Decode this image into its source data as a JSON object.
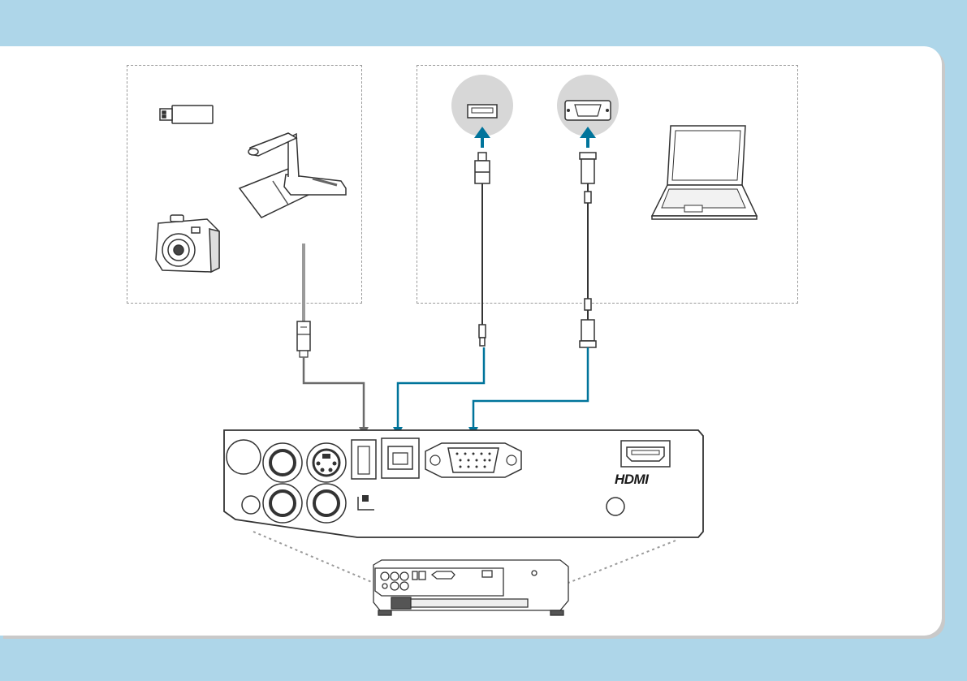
{
  "diagram": {
    "left_group_devices": [
      "usb-flash-drive",
      "document-camera",
      "digital-camera"
    ],
    "right_group_devices": [
      "usb-port-closeup",
      "vga-port-closeup",
      "laptop-computer"
    ],
    "cables": [
      "usb-type-a-cable",
      "usb-type-b-cable",
      "vga-cable"
    ],
    "projector_ports": [
      "audio-in",
      "s-video",
      "video",
      "usb-type-a",
      "usb-type-b",
      "computer-vga",
      "hdmi"
    ],
    "labels": {
      "hdmi": "HDMI"
    },
    "colors": {
      "background": "#aed6e9",
      "panel": "#ffffff",
      "arrow_usb_a": "#6b6b6b",
      "arrow_blue": "#00749b",
      "line": "#333333"
    }
  }
}
